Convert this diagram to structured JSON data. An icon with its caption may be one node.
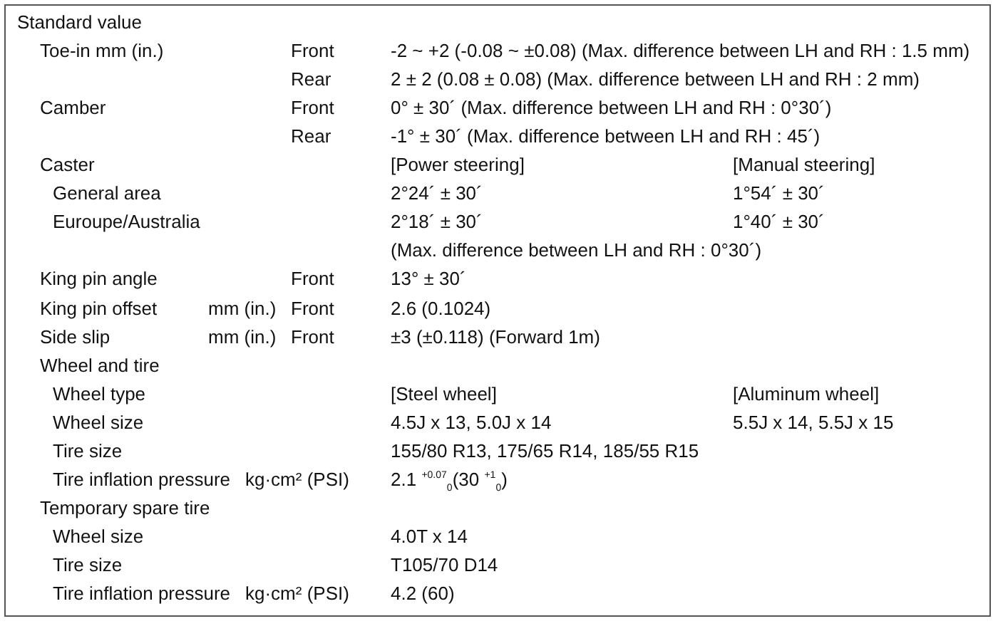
{
  "diagram": {
    "labels": [
      "Standard value",
      "Toe-in mm (in.)",
      "Front",
      "-2 ~ +2 (-0.08 ~ ±0.08) (Max. difference between LH and RH : 1.5 mm)",
      "Rear",
      "2 ± 2 (0.08 ± 0.08) (Max. difference between LH and RH : 2 mm)",
      "Camber",
      "Front",
      "0° ± 30´ (Max. difference between LH and RH : 0°30´)",
      "Rear",
      "-1° ± 30´ (Max. difference between LH and RH : 45´)",
      "Caster",
      "[Power steering]",
      "[Manual steering]",
      "General area",
      "2°24´ ± 30´",
      "1°54´ ± 30´",
      "Euroupe/Australia",
      "2°18´ ± 30´",
      "1°40´ ± 30´",
      "(Max. difference between LH and RH : 0°30´)",
      "King pin angle",
      "Front",
      "13° ± 30´",
      "King pin offset",
      "mm (in.)",
      "Front",
      "2.6 (0.1024)",
      "Side slip",
      "mm (in.)",
      "Front",
      "±3 (±0.118) (Forward 1m)",
      "Wheel and tire",
      "Wheel type",
      "[Steel wheel]",
      "[Aluminum wheel]",
      "Wheel size",
      "4.5J x 13, 5.0J x 14",
      "5.5J x 14, 5.5J x 15",
      "Tire size",
      "155/80 R13, 175/65 R14, 185/55 R15",
      "Tire inflation pressure",
      "kg·cm² (PSI)",
      "2.1 $^{+0.07}$$_{0}$(30 $^{+1}$$_{0}$)",
      "Temporary spare tire",
      "Wheel size",
      "4.0T x 14",
      "Tire size",
      "T105/70 D14",
      "Tire inflation pressure",
      "kg·cm² (PSI)",
      "4.2 (60)"
    ]
  }
}
